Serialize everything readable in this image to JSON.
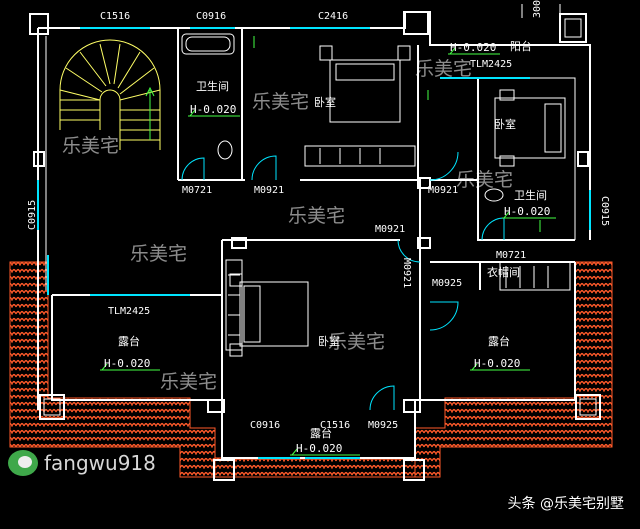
{
  "windows": {
    "w_c1516_top": "C1516",
    "w_c0916_top": "C0916",
    "w_c2416": "C2416",
    "w_c0916_bottom": "C0916",
    "w_c1516_bottom": "C1516",
    "w_tlm_balcony": "TLM2425",
    "w_tlm_terrace": "TLM2425",
    "w_c0915_left": "C0915",
    "w_c0915_right": "C0915",
    "dim_300": "300"
  },
  "doors": {
    "d_m0721_a": "M0721",
    "d_m0921_a": "M0921",
    "d_m0921_b": "M0921",
    "d_m0921_c": "M0921",
    "d_m0921_v": "M0921",
    "d_m0721_b": "M0721",
    "d_m0925_a": "M0925",
    "d_m0925_b": "M0925"
  },
  "rooms": {
    "bath_top": "卫生间",
    "bed_top": "卧室",
    "balcony": "阳台",
    "bed_right": "卧室",
    "bath_right": "卫生间",
    "closet": "衣帽间",
    "bed_center": "卧室",
    "terrace_left": "露台",
    "terrace_right": "露台",
    "terrace_bottom": "露台"
  },
  "levels": {
    "l_bath_top": "H-0.020",
    "l_balcony": "H-0.020",
    "l_bath_right": "H-0.020",
    "l_terrace_left": "H-0.020",
    "l_terrace_right": "H-0.020",
    "l_terrace_bottom": "H-0.020"
  },
  "watermarks": {
    "wm1": "乐美宅",
    "wm2": "乐美宅",
    "wm3": "乐美宅",
    "wm4": "乐美宅",
    "wm5": "乐美宅",
    "wm6": "乐美宅",
    "wm7": "乐美宅",
    "wm8": "乐美宅"
  },
  "footer": {
    "left_text": "fangwu918",
    "right_text": "头条 @乐美宅别墅"
  },
  "colors": {
    "background": "#000000",
    "wall": "#ffffff",
    "window": "#00e5ff",
    "roof": "#ff5a2a",
    "stair": "#ffff66",
    "green_marker": "#44ff44"
  }
}
